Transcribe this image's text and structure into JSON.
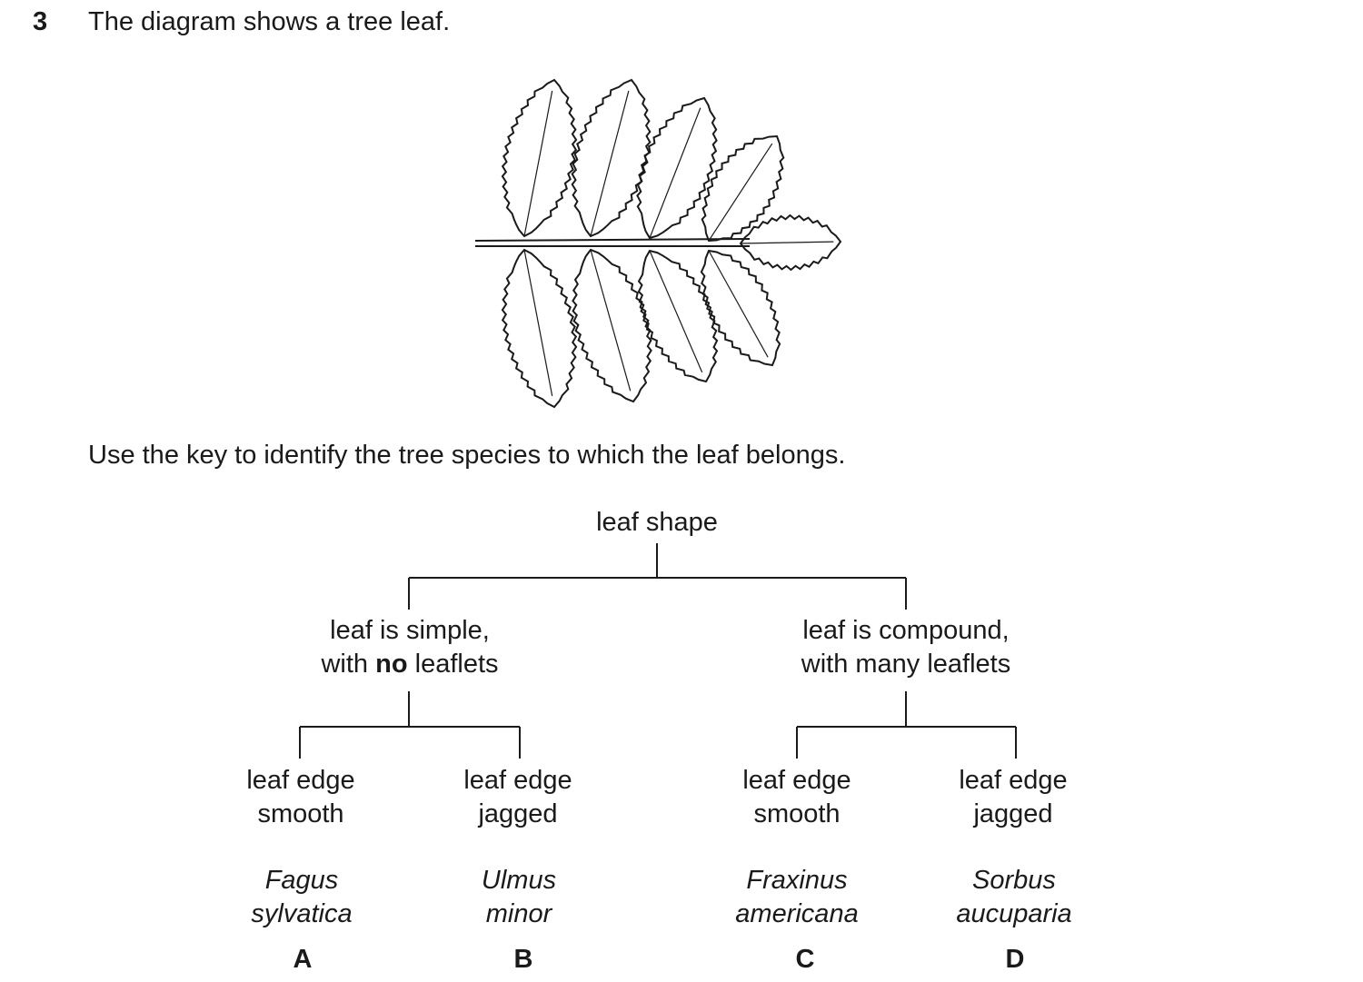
{
  "question": {
    "number": "3",
    "text": "The diagram shows a tree leaf.",
    "instruction": "Use the key to identify the tree species to which the leaf belongs."
  },
  "leaf_icon": "compound-serrated-leaf-icon",
  "key": {
    "root": "leaf shape",
    "simple": {
      "line1": "leaf is simple,",
      "line2_pre": "with ",
      "line2_bold": "no",
      "line2_post": " leaflets"
    },
    "compound": {
      "line1": "leaf is compound,",
      "line2": "with many leaflets"
    },
    "leaves": [
      {
        "edge1": "leaf edge",
        "edge2": "smooth",
        "genus": "Fagus",
        "species": "sylvatica",
        "letter": "A"
      },
      {
        "edge1": "leaf edge",
        "edge2": "jagged",
        "genus": "Ulmus",
        "species": "minor",
        "letter": "B"
      },
      {
        "edge1": "leaf edge",
        "edge2": "smooth",
        "genus": "Fraxinus",
        "species": "americana",
        "letter": "C"
      },
      {
        "edge1": "leaf edge",
        "edge2": "jagged",
        "genus": "Sorbus",
        "species": "aucuparia",
        "letter": "D"
      }
    ]
  }
}
